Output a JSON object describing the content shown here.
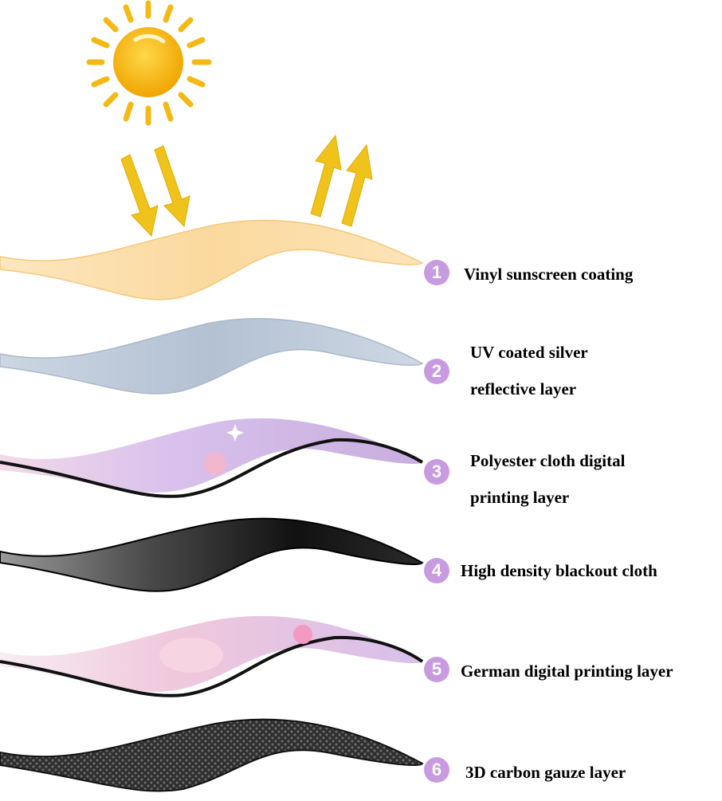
{
  "colors": {
    "sun": "#f5b916",
    "arrow": "#f0c21c",
    "badge": "#c89be0",
    "layer1": "#fbd99e",
    "layer2": "#b9c6d6",
    "layer3": "#dcc4ec",
    "layer4": "#151515",
    "layer5": "#e6cbe8",
    "layer6": "#3a3a3a"
  },
  "icons": {
    "sun": "sun-icon",
    "incoming_arrows": "arrow-down-icon",
    "reflected_arrows": "arrow-up-icon"
  },
  "layers": [
    {
      "number": "1",
      "label_lines": [
        "Vinyl sunscreen coating"
      ]
    },
    {
      "number": "2",
      "label_lines": [
        "UV coated silver",
        "reflective layer"
      ]
    },
    {
      "number": "3",
      "label_lines": [
        "Polyester cloth digital",
        "printing layer"
      ]
    },
    {
      "number": "4",
      "label_lines": [
        "High density blackout cloth"
      ]
    },
    {
      "number": "5",
      "label_lines": [
        "German digital printing layer"
      ]
    },
    {
      "number": "6",
      "label_lines": [
        "3D carbon gauze layer"
      ]
    }
  ]
}
